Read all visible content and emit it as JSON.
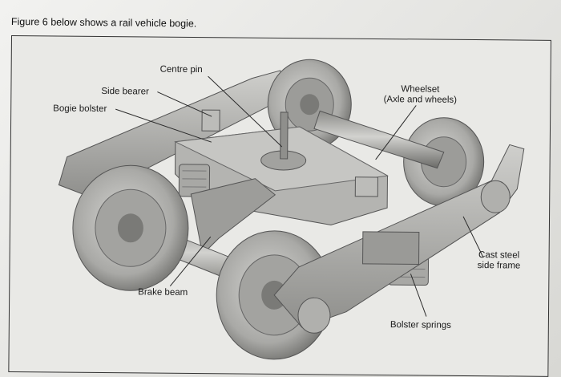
{
  "caption": "Figure 6 below shows a rail vehicle bogie.",
  "labels": {
    "centre_pin": "Centre pin",
    "side_bearer": "Side bearer",
    "bogie_bolster": "Bogie bolster",
    "wheelset_line1": "Wheelset",
    "wheelset_line2": "(Axle and wheels)",
    "cast_steel_line1": "Cast steel",
    "cast_steel_line2": "side frame",
    "brake_beam": "Brake beam",
    "bolster_springs": "Bolster springs"
  },
  "colors": {
    "metal_light": "#c9c9c6",
    "metal_mid": "#a6a6a3",
    "metal_dark": "#6d6d6a",
    "line": "#2b2b2b"
  }
}
